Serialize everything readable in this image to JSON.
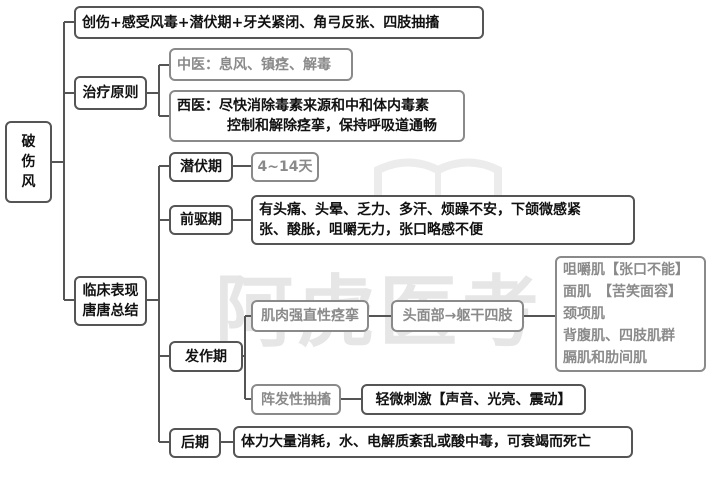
{
  "watermark": "阿虎医考",
  "root": {
    "label": "破伤风",
    "chars": [
      "破",
      "伤",
      "风"
    ]
  },
  "etiology": "创伤+感受风毒+潜伏期+牙关紧闭、角弓反张、四肢抽搐",
  "treatment": {
    "label": "治疗原则",
    "tcm": "中医：息风、镇痉、解毒",
    "western": {
      "line1": "西医：尽快消除毒素来源和中和体内毒素",
      "line2": "控制和解除痉挛，保持呼吸道通畅"
    }
  },
  "clinical": {
    "label": {
      "line1": "临床表现",
      "line2": "唐唐总结"
    },
    "incubation": {
      "label": "潜伏期",
      "value": "4~14天"
    },
    "prodromal": {
      "label": "前驱期",
      "line1": "有头痛、头晕、乏力、多汗、烦躁不安，下颌微感紧",
      "line2": "张、酸胀，咀嚼无力，张口略感不便"
    },
    "onset": {
      "label": "发作期",
      "rigidity": {
        "label": "肌肉强直性痉挛",
        "order": "头面部→躯干四肢",
        "muscles": [
          "咀嚼肌【张口不能】",
          "面肌　【苦笑面容】",
          "颈项肌",
          "背腹肌、四肢肌群",
          "膈肌和肋间肌"
        ]
      },
      "paroxysmal": {
        "label": "阵发性抽搐",
        "trigger": "轻微刺激【声音、光亮、震动】"
      }
    },
    "late": {
      "label": "后期",
      "value": "体力大量消耗，水、电解质紊乱或酸中毒，可衰竭而死亡"
    }
  }
}
